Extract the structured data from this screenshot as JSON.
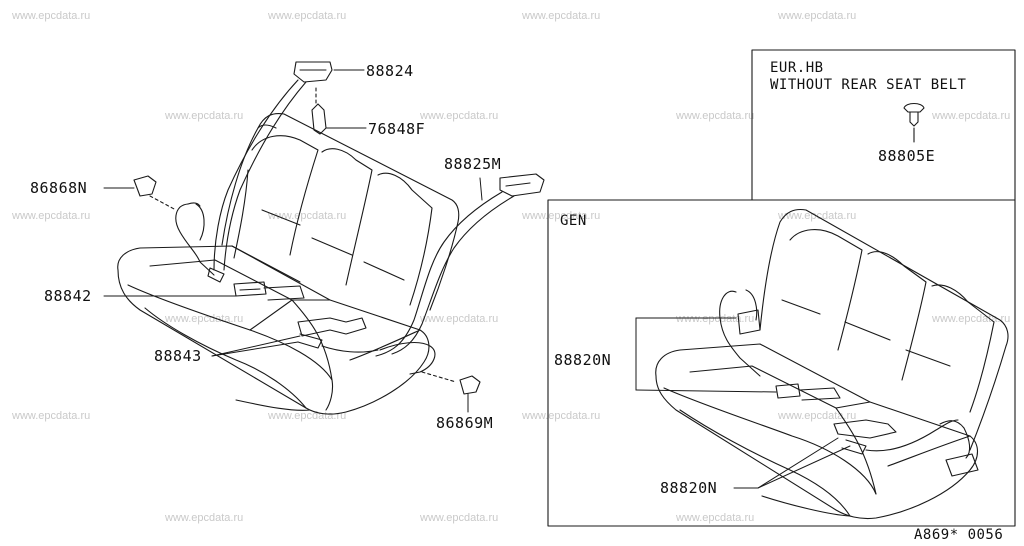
{
  "watermark": "www.epcdata.ru",
  "parts": {
    "p88824": "88824",
    "p76848F": "76848F",
    "p88825M": "88825M",
    "p86868N": "86868N",
    "p88842": "88842",
    "p88843": "88843",
    "p86869M": "86869M",
    "p88820N_a": "88820N",
    "p88820N_b": "88820N",
    "p88805E": "88805E"
  },
  "eur_box": {
    "line1": "EUR.HB",
    "line2": "WITHOUT REAR SEAT BELT"
  },
  "gen_box": {
    "label": "GEN"
  },
  "diagram_code": "A869* 0056"
}
